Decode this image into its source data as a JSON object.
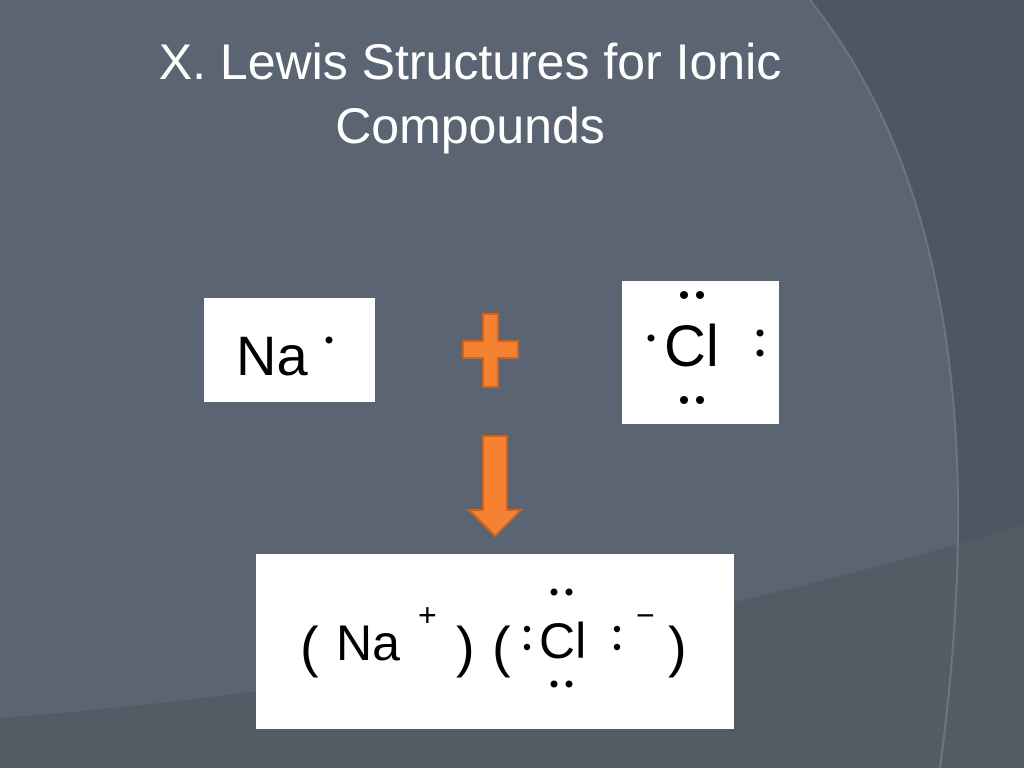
{
  "slide": {
    "title_line1": "X. Lewis Structures for Ionic",
    "title_line2": "Compounds"
  },
  "diagram": {
    "sodium": {
      "symbol": "Na",
      "valence_electrons": 1
    },
    "chlorine": {
      "symbol": "Cl",
      "valence_electrons": 7
    },
    "operator": "+",
    "product": {
      "cation_symbol": "Na",
      "cation_charge": "+",
      "anion_symbol": "Cl",
      "anion_charge": "−",
      "open_paren": "(",
      "close_paren": ")"
    }
  },
  "colors": {
    "background": "#5a6472",
    "accent": "#f58233",
    "accent_outline": "#d0621a",
    "text": "#ffffff"
  },
  "icons": {
    "plus": "plus-icon",
    "arrow": "arrow-down-icon"
  }
}
